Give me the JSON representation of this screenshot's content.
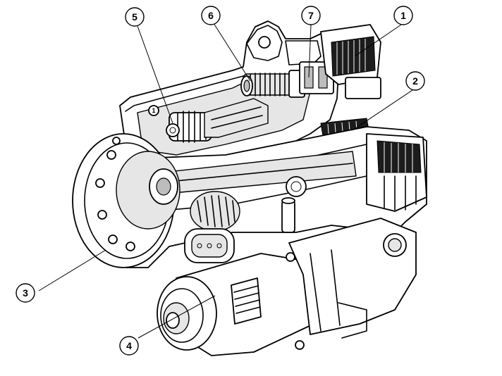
{
  "callouts": [
    {
      "id": "1",
      "label": "1"
    },
    {
      "id": "2",
      "label": "2"
    },
    {
      "id": "3",
      "label": "3"
    },
    {
      "id": "4",
      "label": "4"
    },
    {
      "id": "5",
      "label": "5"
    },
    {
      "id": "6",
      "label": "6"
    },
    {
      "id": "7",
      "label": "7"
    }
  ],
  "housing_mark": "1"
}
